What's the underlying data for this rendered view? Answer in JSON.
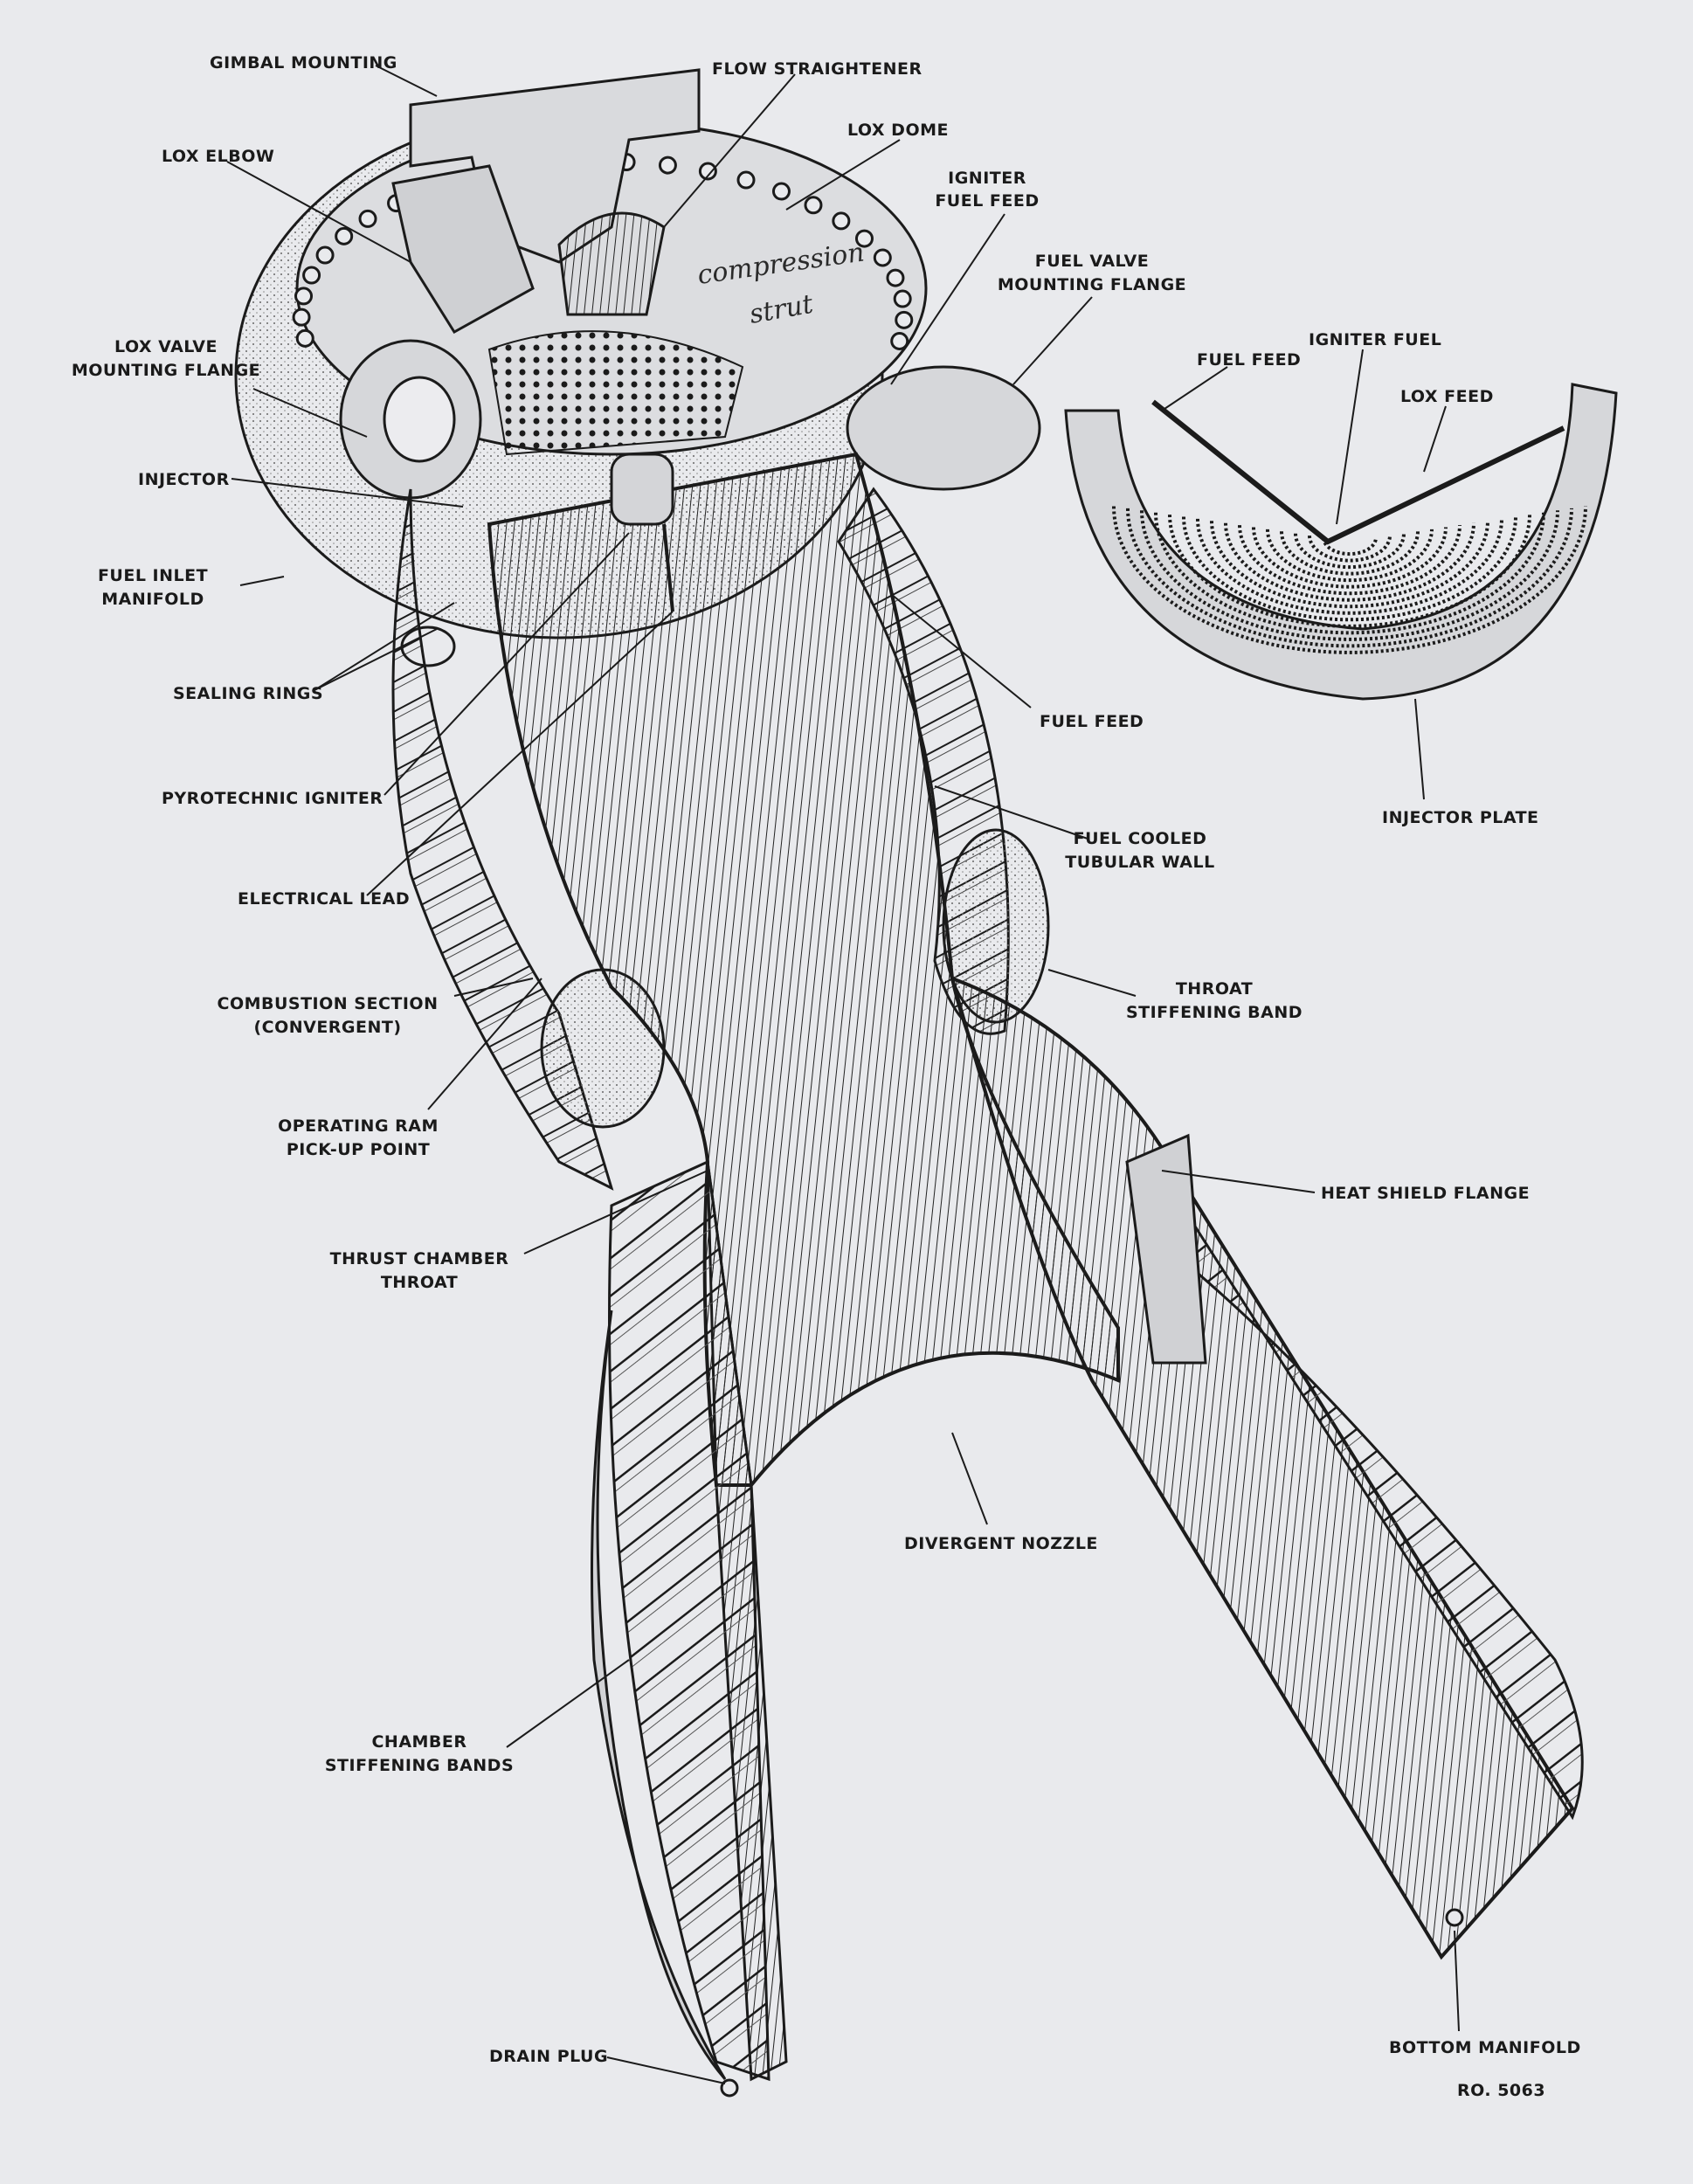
{
  "figure": {
    "ref": "RO. 5063",
    "handwritten_note": [
      "compression",
      "strut"
    ]
  },
  "labels": {
    "gimbal_mounting": [
      "GIMBAL MOUNTING"
    ],
    "flow_straightener": [
      "FLOW STRAIGHTENER"
    ],
    "lox_elbow": [
      "LOX ELBOW"
    ],
    "lox_dome": [
      "LOX DOME"
    ],
    "igniter_fuel_feed": [
      "IGNITER",
      "FUEL FEED"
    ],
    "fuel_valve_flange": [
      "FUEL VALVE",
      "MOUNTING FLANGE"
    ],
    "lox_valve_flange": [
      "LOX VALVE",
      "MOUNTING FLANGE"
    ],
    "injector": [
      "INJECTOR"
    ],
    "fuel_inlet_manifold": [
      "FUEL INLET",
      "MANIFOLD"
    ],
    "sealing_rings": [
      "SEALING RINGS"
    ],
    "pyrotechnic_igniter": [
      "PYROTECHNIC IGNITER"
    ],
    "electrical_lead": [
      "ELECTRICAL LEAD"
    ],
    "combustion_section": [
      "COMBUSTION SECTION",
      "(CONVERGENT)"
    ],
    "operating_ram": [
      "OPERATING RAM",
      "PICK-UP POINT"
    ],
    "thrust_chamber_throat": [
      "THRUST CHAMBER",
      "THROAT"
    ],
    "chamber_stiffening_bands": [
      "CHAMBER",
      "STIFFENING BANDS"
    ],
    "drain_plug": [
      "DRAIN PLUG"
    ],
    "fuel_feed_main": [
      "FUEL FEED"
    ],
    "fuel_cooled_wall": [
      "FUEL COOLED",
      "TUBULAR WALL"
    ],
    "throat_stiffening_band": [
      "THROAT",
      "STIFFENING BAND"
    ],
    "heat_shield_flange": [
      "HEAT SHIELD FLANGE"
    ],
    "divergent_nozzle": [
      "DIVERGENT NOZZLE"
    ],
    "bottom_manifold": [
      "BOTTOM MANIFOLD"
    ],
    "inset_fuel_feed": [
      "FUEL FEED"
    ],
    "inset_igniter_fuel": [
      "IGNITER FUEL"
    ],
    "inset_lox_feed": [
      "LOX FEED"
    ],
    "injector_plate": [
      "INJECTOR PLATE"
    ]
  },
  "colors": {
    "paper": "#e9eaed",
    "ink": "#1b1b1b"
  }
}
